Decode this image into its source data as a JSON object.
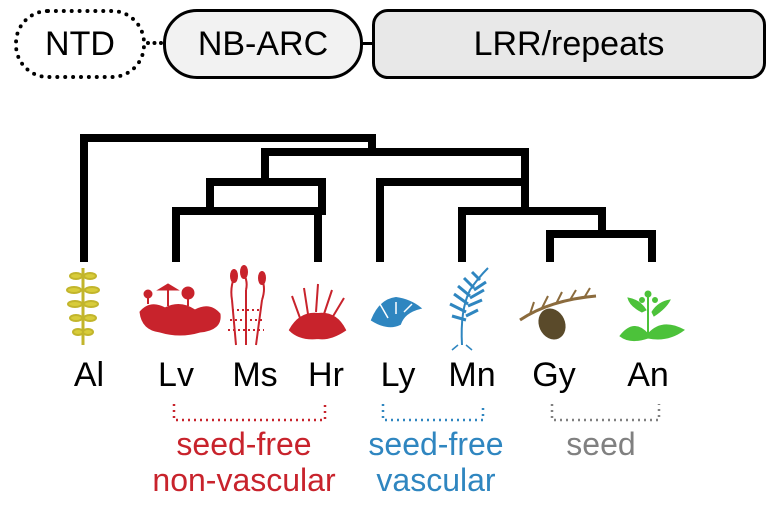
{
  "domains": {
    "ntd": "NTD",
    "nbarc": "NB-ARC",
    "lrr": "LRR/repeats"
  },
  "taxa": [
    {
      "id": "al",
      "label": "Al",
      "icon": "algae-icon",
      "color": "#d8cc3a"
    },
    {
      "id": "lv",
      "label": "Lv",
      "icon": "liverwort-icon",
      "color": "#c8232c"
    },
    {
      "id": "ms",
      "label": "Ms",
      "icon": "moss-icon",
      "color": "#c8232c"
    },
    {
      "id": "hr",
      "label": "Hr",
      "icon": "hornwort-icon",
      "color": "#c8232c"
    },
    {
      "id": "ly",
      "label": "Ly",
      "icon": "lycophyte-icon",
      "color": "#2f86c0"
    },
    {
      "id": "mn",
      "label": "Mn",
      "icon": "fern-icon",
      "color": "#2f86c0"
    },
    {
      "id": "gy",
      "label": "Gy",
      "icon": "gymnosperm-icon",
      "color": "#8b6b3d"
    },
    {
      "id": "an",
      "label": "An",
      "icon": "angiosperm-icon",
      "color": "#4cc23a"
    }
  ],
  "groups": {
    "nonvascular": {
      "line1": "seed-free",
      "line2": "non-vascular",
      "color": "#c8232c"
    },
    "vascular": {
      "line1": "seed-free",
      "line2": "vascular",
      "color": "#2f86c0"
    },
    "seed": {
      "line1": "seed",
      "color": "#808080"
    }
  }
}
